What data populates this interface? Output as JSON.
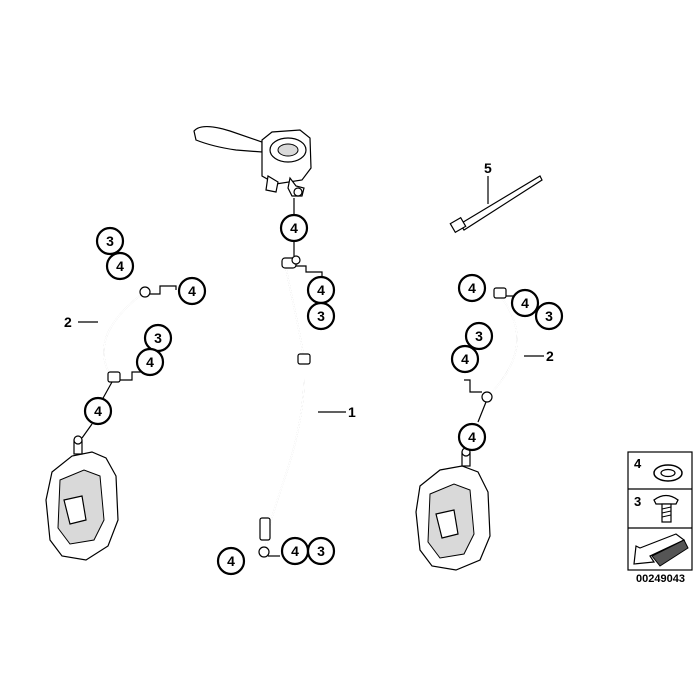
{
  "callouts": [
    "1",
    "2",
    "3",
    "4",
    "5"
  ],
  "legend": {
    "item_top": "4",
    "item_mid": "3",
    "drawing_number": "00249043"
  }
}
